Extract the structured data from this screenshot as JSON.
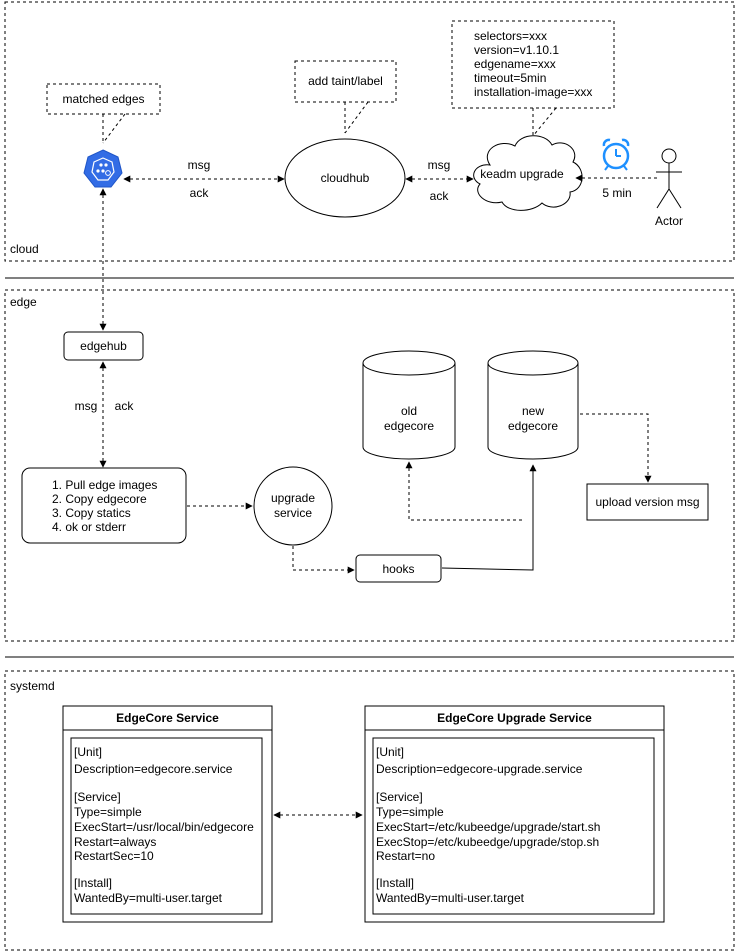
{
  "regions": {
    "cloud": "cloud",
    "edge": "edge",
    "systemd": "systemd"
  },
  "cloud": {
    "matched_edges_note": "matched edges",
    "taint_note": "add taint/label",
    "config_note": [
      "selectors=xxx",
      "version=v1.10.1",
      "edgename=xxx",
      "timeout=5min",
      "installation-image=xxx"
    ],
    "cloudhub": "cloudhub",
    "keadm": "keadm upgrade",
    "msg_left": "msg",
    "ack_left": "ack",
    "msg_right": "msg",
    "ack_right": "ack",
    "timer": "5 min",
    "actor": "Actor"
  },
  "edge": {
    "edgehub": "edgehub",
    "msg": "msg",
    "ack": "ack",
    "steps": [
      "1.  Pull edge images",
      "2. Copy edgecore",
      "3. Copy statics",
      "4. ok or stderr"
    ],
    "upgrade_service": [
      "upgrade",
      "service"
    ],
    "hooks": "hooks",
    "old_edgecore": [
      "old",
      "edgecore"
    ],
    "new_edgecore": [
      "new",
      "edgecore"
    ],
    "upload": "upload  version msg"
  },
  "systemd": {
    "edgecore_service": {
      "title": "EdgeCore Service",
      "lines": [
        "[Unit]",
        "Description=edgecore.service",
        "",
        "[Service]",
        "Type=simple",
        "ExecStart=/usr/local/bin/edgecore",
        "Restart=always",
        "RestartSec=10",
        "",
        "[Install]",
        "WantedBy=multi-user.target"
      ]
    },
    "upgrade_service": {
      "title": "EdgeCore Upgrade Service",
      "lines": [
        "[Unit]",
        "Description=edgecore-upgrade.service",
        "",
        "[Service]",
        "Type=simple",
        "ExecStart=/etc/kubeedge/upgrade/start.sh",
        "ExecStop=/etc/kubeedge/upgrade/stop.sh",
        "Restart=no",
        "",
        "[Install]",
        "WantedBy=multi-user.target"
      ]
    }
  },
  "colors": {
    "kubeedge_blue": "#326ce5",
    "alarm_blue": "#1e90ff",
    "line": "#000000"
  },
  "icons": {
    "kubeedge": "kubeedge-icon",
    "alarm": "alarm-clock-icon",
    "actor": "stick-figure-icon"
  }
}
